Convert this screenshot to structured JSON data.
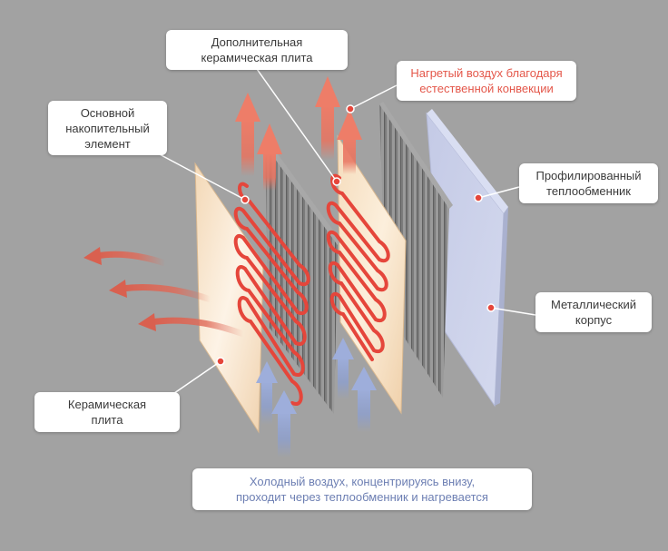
{
  "labels": {
    "additional_plate": [
      "Дополнительная",
      "керамическая плита"
    ],
    "hot_air": [
      "Нагретый воздух благодаря",
      "естественной конвекции"
    ],
    "main_element": [
      "Основной",
      "накопительный",
      "элемент"
    ],
    "heat_exchanger": [
      "Профилированный",
      "теплообменник"
    ],
    "metal_body": [
      "Металлический",
      "корпус"
    ],
    "ceramic_plate": [
      "Керамическая",
      "плита"
    ],
    "cold_air": [
      "Холодный воздух, концентрируясь внизу,",
      "проходит через теплообменник и нагревается"
    ]
  },
  "colors": {
    "background": "#a2a2a2",
    "hot_arrow": "#e8735f",
    "cold_arrow": "#8e9fcc",
    "heating_coil": "#e5463b",
    "hot_label_text": "#e4574a",
    "cold_label_text": "#6d7fb3",
    "leader_dot": "#e5463b"
  }
}
